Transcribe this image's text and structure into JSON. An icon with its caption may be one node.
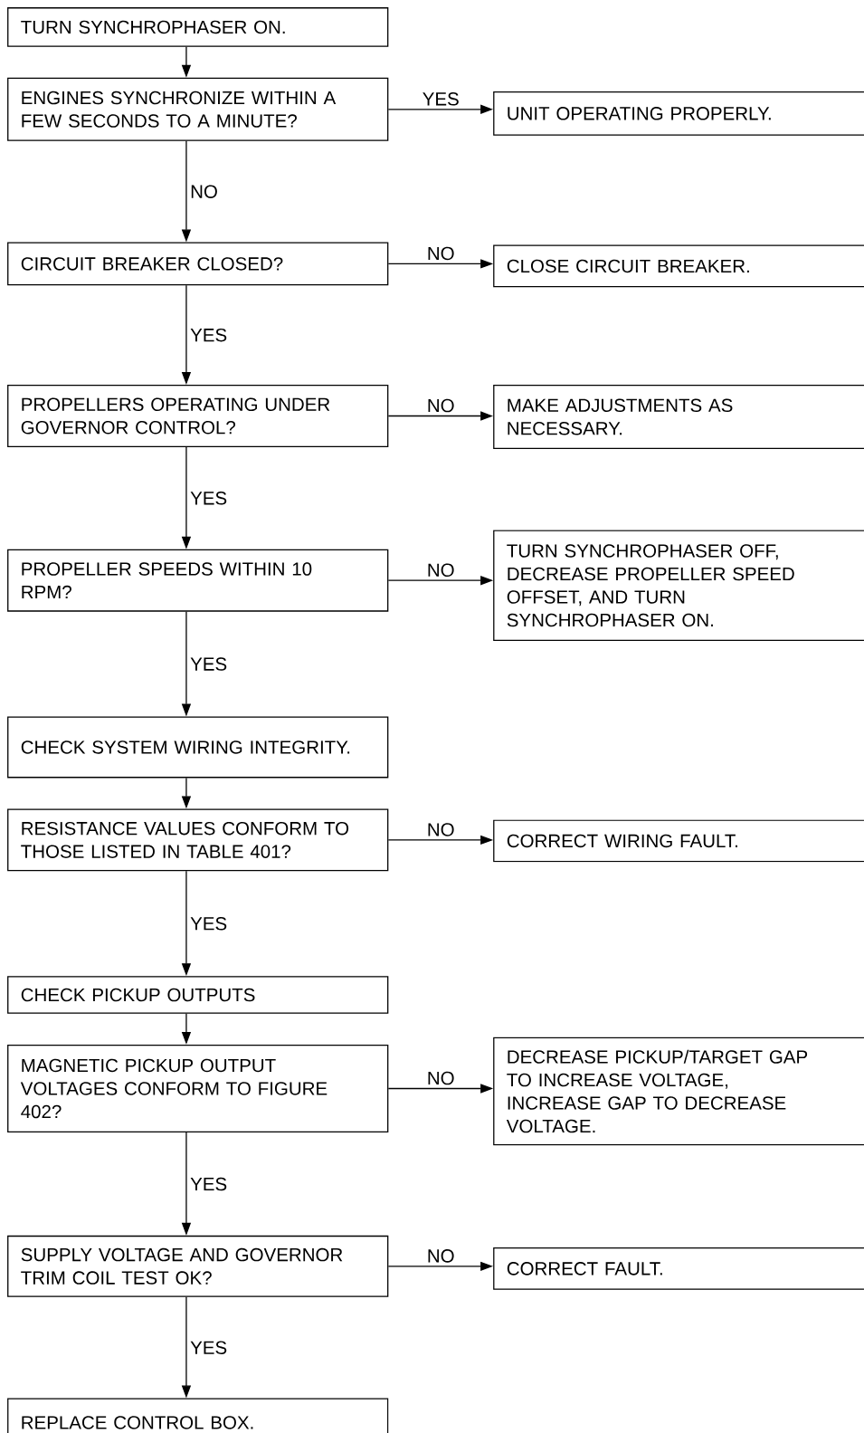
{
  "diagram": {
    "nodes": [
      {
        "text": [
          "TURN SYNCHROPHASER ON."
        ]
      },
      {
        "text": [
          "ENGINES SYNCHRONIZE WITHIN A FEW SECONDS TO A MINUTE?"
        ]
      },
      {
        "text": [
          "UNIT OPERATING PROPERLY."
        ]
      },
      {
        "text": [
          "CIRCUIT BREAKER CLOSED?"
        ]
      },
      {
        "text": [
          "CLOSE CIRCUIT BREAKER."
        ]
      },
      {
        "text": [
          "PROPELLERS OPERATING UNDER GOVERNOR CONTROL?"
        ]
      },
      {
        "text": [
          "MAKE ADJUSTMENTS AS NECESSARY."
        ]
      },
      {
        "text": [
          "PROPELLER SPEEDS WITHIN 10 RPM?"
        ]
      },
      {
        "text": [
          "TURN SYNCHROPHASER OFF, DECREASE PROPELLER SPEED OFFSET, AND TURN SYNCHROPHASER ON."
        ]
      },
      {
        "text": [
          "CHECK SYSTEM WIRING INTEGRITY."
        ]
      },
      {
        "text": [
          "RESISTANCE VALUES CONFORM TO THOSE LISTED IN TABLE 401?"
        ]
      },
      {
        "text": [
          "CORRECT WIRING FAULT."
        ]
      },
      {
        "text": [
          "CHECK PICKUP OUTPUTS"
        ]
      },
      {
        "text": [
          "MAGNETIC PICKUP OUTPUT VOLTAGES CONFORM TO FIGURE 402?"
        ]
      },
      {
        "text": [
          "DECREASE PICKUP/TARGET GAP TO INCREASE VOLTAGE, INCREASE GAP TO DECREASE VOLTAGE."
        ]
      },
      {
        "text": [
          "SUPPLY VOLTAGE AND GOVERNOR TRIM COIL TEST OK?"
        ]
      },
      {
        "text": [
          "CORRECT FAULT."
        ]
      },
      {
        "text": [
          "REPLACE CONTROL BOX."
        ]
      }
    ],
    "edges": [
      {
        "from": 0,
        "to": 1,
        "arrow": "to"
      },
      {
        "from": 1,
        "to": 2,
        "arrow": "to",
        "label": "YES"
      },
      {
        "from": 1,
        "to": 3,
        "arrow": "to",
        "label": "NO"
      },
      {
        "from": 3,
        "to": 4,
        "arrow": "to",
        "label": "NO"
      },
      {
        "from": 3,
        "to": 5,
        "arrow": "to",
        "label": "YES"
      },
      {
        "from": 5,
        "to": 6,
        "arrow": "to",
        "label": "NO"
      },
      {
        "from": 5,
        "to": 7,
        "arrow": "to",
        "label": "YES"
      },
      {
        "from": 7,
        "to": 8,
        "arrow": "to",
        "label": "NO"
      },
      {
        "from": 7,
        "to": 9,
        "arrow": "to",
        "label": "YES"
      },
      {
        "from": 9,
        "to": 10,
        "arrow": "to"
      },
      {
        "from": 10,
        "to": 11,
        "arrow": "to",
        "label": "NO"
      },
      {
        "from": 10,
        "to": 12,
        "arrow": "to",
        "label": "YES"
      },
      {
        "from": 12,
        "to": 13,
        "arrow": "to"
      },
      {
        "from": 13,
        "to": 14,
        "arrow": "to",
        "label": "NO"
      },
      {
        "from": 13,
        "to": 15,
        "arrow": "to",
        "label": "YES"
      },
      {
        "from": 15,
        "to": 16,
        "arrow": "to",
        "label": "NO"
      },
      {
        "from": 15,
        "to": 17,
        "arrow": "to",
        "label": "YES"
      }
    ]
  }
}
